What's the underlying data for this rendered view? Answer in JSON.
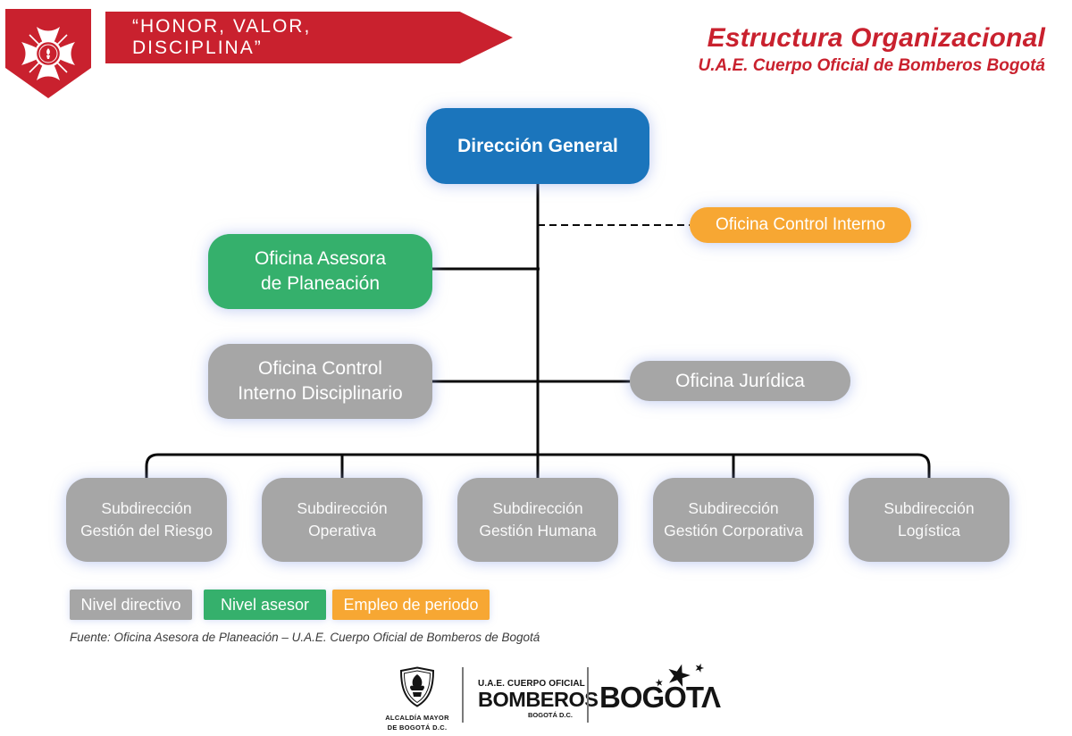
{
  "colors": {
    "red": "#C9212E",
    "blue": "#1B75BC",
    "green": "#35B06C",
    "orange": "#F7A733",
    "gray": "#A6A6A6"
  },
  "header": {
    "motto": "“HONOR, VALOR, DISCIPLINA”",
    "title": "Estructura Organizacional",
    "subtitle": "U.A.E. Cuerpo Oficial de Bomberos Bogotá"
  },
  "org": {
    "direccion_general": "Dirección General",
    "oficina_control_interno": "Oficina Control Interno",
    "oficina_asesora": {
      "lines": [
        "Oficina Asesora",
        "de Planeación"
      ]
    },
    "oficina_disciplinario": {
      "lines": [
        "Oficina Control",
        "Interno Disciplinario"
      ]
    },
    "oficina_juridica": "Oficina Jurídica",
    "subdirecciones": [
      {
        "lines": [
          "Subdirección",
          "Gestión del Riesgo"
        ]
      },
      {
        "lines": [
          "Subdirección",
          "Operativa"
        ]
      },
      {
        "lines": [
          "Subdirección",
          "Gestión Humana"
        ]
      },
      {
        "lines": [
          "Subdirección",
          "Gestión Corporativa"
        ]
      },
      {
        "lines": [
          "Subdirección",
          "Logística"
        ]
      }
    ]
  },
  "legend": {
    "items": [
      {
        "label": "Nivel directivo",
        "color": "#A6A6A6"
      },
      {
        "label": "Nivel asesor",
        "color": "#35B06C"
      },
      {
        "label": "Empleo de periodo",
        "color": "#F7A733"
      }
    ]
  },
  "source_note": "Fuente: Oficina Asesora de Planeación – U.A.E. Cuerpo Oficial de Bomberos de Bogotá",
  "footer": {
    "alcaldia_line1": "ALCALDÍA MAYOR",
    "alcaldia_line2": "DE BOGOTÁ D.C.",
    "bomberos_line1": "U.A.E. CUERPO OFICIAL",
    "bomberos_line2": "BOMBEROS",
    "bomberos_line3": "BOGOTÁ D.C.",
    "bogota_wordmark": "BOGOT",
    "bogota_final_letter": "Λ"
  }
}
